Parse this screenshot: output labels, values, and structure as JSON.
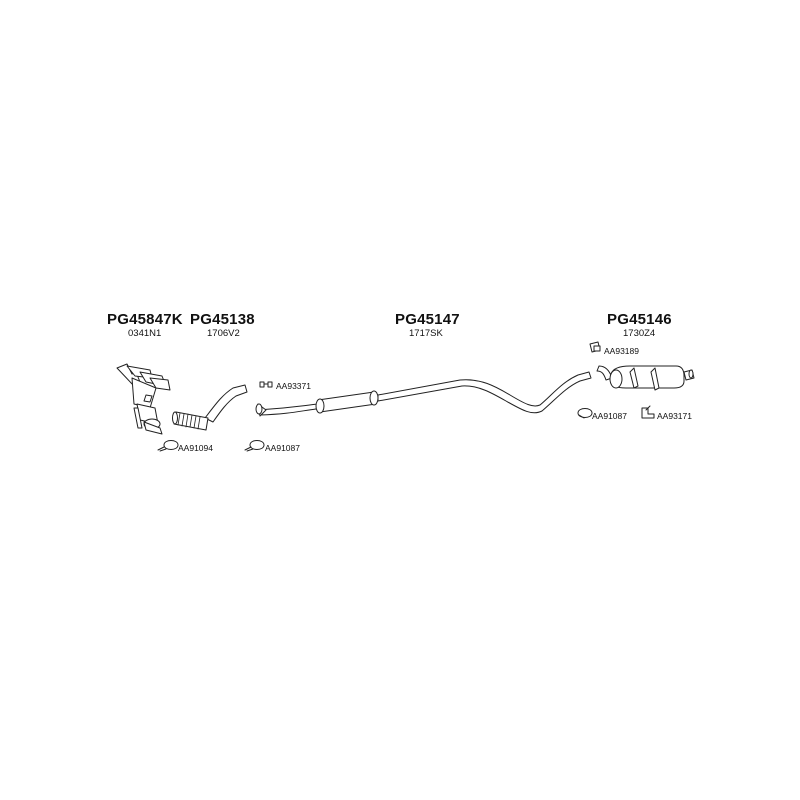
{
  "parts": [
    {
      "code": "PG45847K",
      "ref": "0341N1"
    },
    {
      "code": "PG45138",
      "ref": "1706V2"
    },
    {
      "code": "PG45147",
      "ref": "1717SK"
    },
    {
      "code": "PG45146",
      "ref": "1730Z4"
    }
  ],
  "accessories": {
    "clamp_front": "AA91094",
    "hanger_mid": "AA93371",
    "clamp_mid": "AA91087",
    "hanger_rear_top": "AA93189",
    "clamp_rear": "AA91087",
    "mount_rear": "AA93171"
  }
}
